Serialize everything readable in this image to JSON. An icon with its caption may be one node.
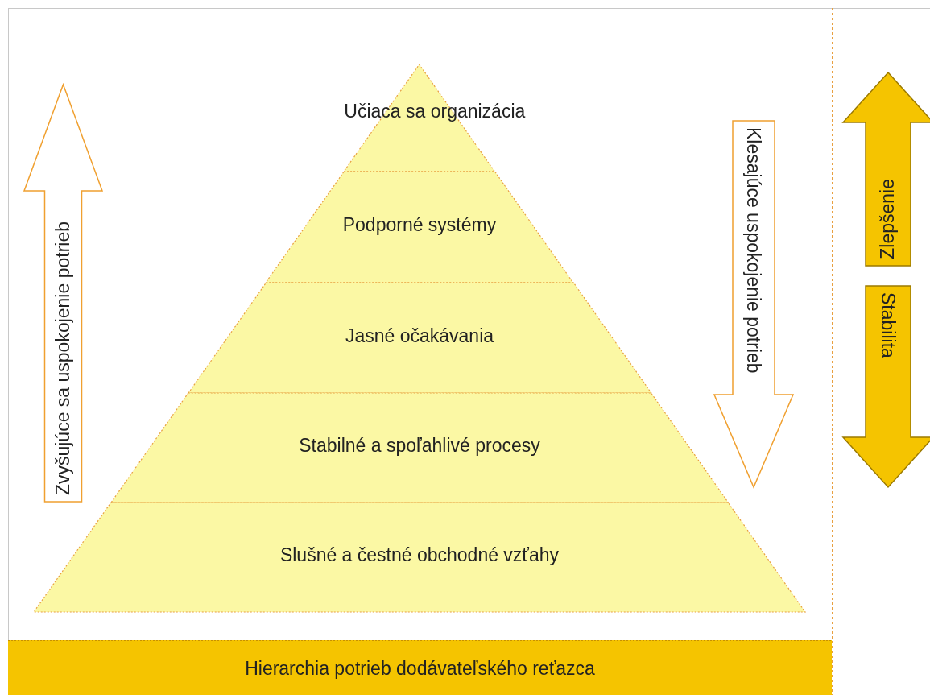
{
  "diagram": {
    "nodes": [
      {
        "text": [
          "Zvyšujúce sa uspokojenie potrieb"
        ]
      },
      {
        "text": [
          "Učiaca sa organizácia"
        ]
      },
      {
        "text": [
          "Podporné systémy"
        ]
      },
      {
        "text": [
          "Jasné očakávania"
        ]
      },
      {
        "text": [
          "Stabilné a spoľahlivé procesy"
        ]
      },
      {
        "text": [
          "Slušné a čestné obchodné vzťahy"
        ]
      },
      {
        "text": [
          "Klesajúce uspokojenie potrieb"
        ]
      },
      {
        "text": [
          "Zlepšenie"
        ]
      },
      {
        "text": [
          "Stabilita"
        ]
      },
      {
        "text": [
          "Hierarchia potrieb dodávateľského reťazca"
        ]
      }
    ]
  }
}
